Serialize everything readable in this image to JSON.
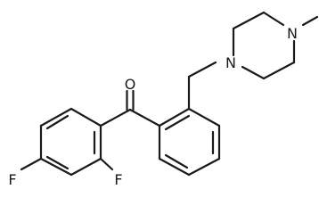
{
  "molecule": {
    "atoms": {
      "oxygen": "O",
      "fluorine_ortho": "F",
      "fluorine_para": "F",
      "nitrogen_benzyl": "N",
      "nitrogen_methyl": "N"
    }
  }
}
